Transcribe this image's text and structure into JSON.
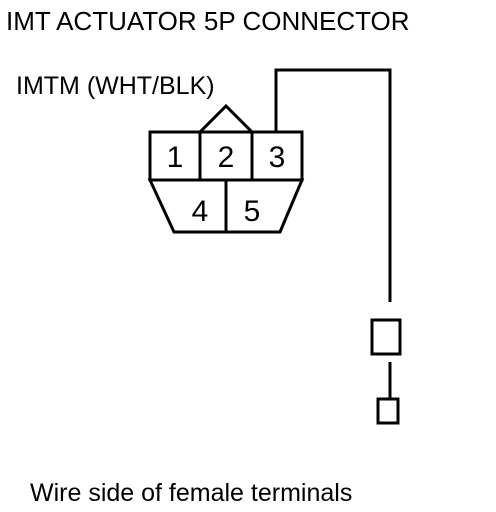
{
  "diagram": {
    "title": "IMT ACTUATOR 5P CONNECTOR",
    "wire_label": "IMTM (WHT/BLK)",
    "pins": {
      "p1": "1",
      "p2": "2",
      "p3": "3",
      "p4": "4",
      "p5": "5"
    },
    "footer": "Wire side of female terminals"
  }
}
